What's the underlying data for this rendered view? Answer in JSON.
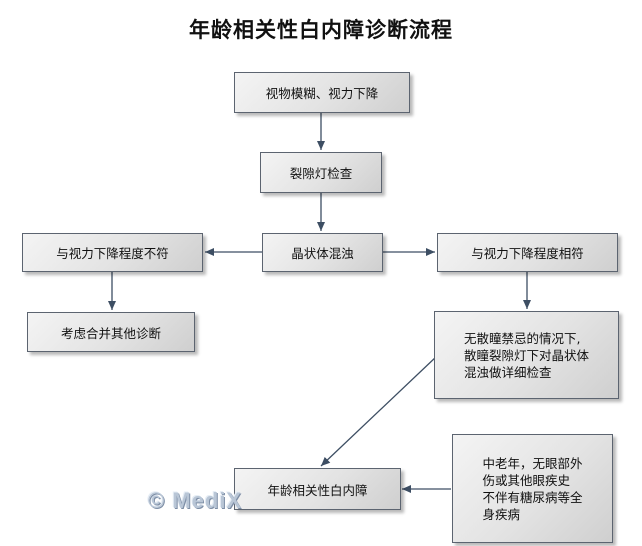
{
  "title": "年龄相关性白内障诊断流程",
  "nodes": {
    "blurred_vision": "视物模糊、视力下降",
    "slit_lamp": "裂隙灯检查",
    "lens_opacity": "晶状体混浊",
    "mismatch": "与视力下降程度不符",
    "match": "与视力下降程度相符",
    "consider_other": "考虑合并其他诊断",
    "dilated_exam_lines": [
      "无散瞳禁忌的情况下,",
      "散瞳裂隙灯下对晶状体",
      "混浊做详细检查"
    ],
    "history_lines": [
      "中老年，无眼部外",
      "伤或其他眼疾史",
      "不伴有糖尿病等全",
      "身疾病"
    ],
    "diagnosis": "年龄相关性白内障"
  },
  "watermark": "© MediX"
}
